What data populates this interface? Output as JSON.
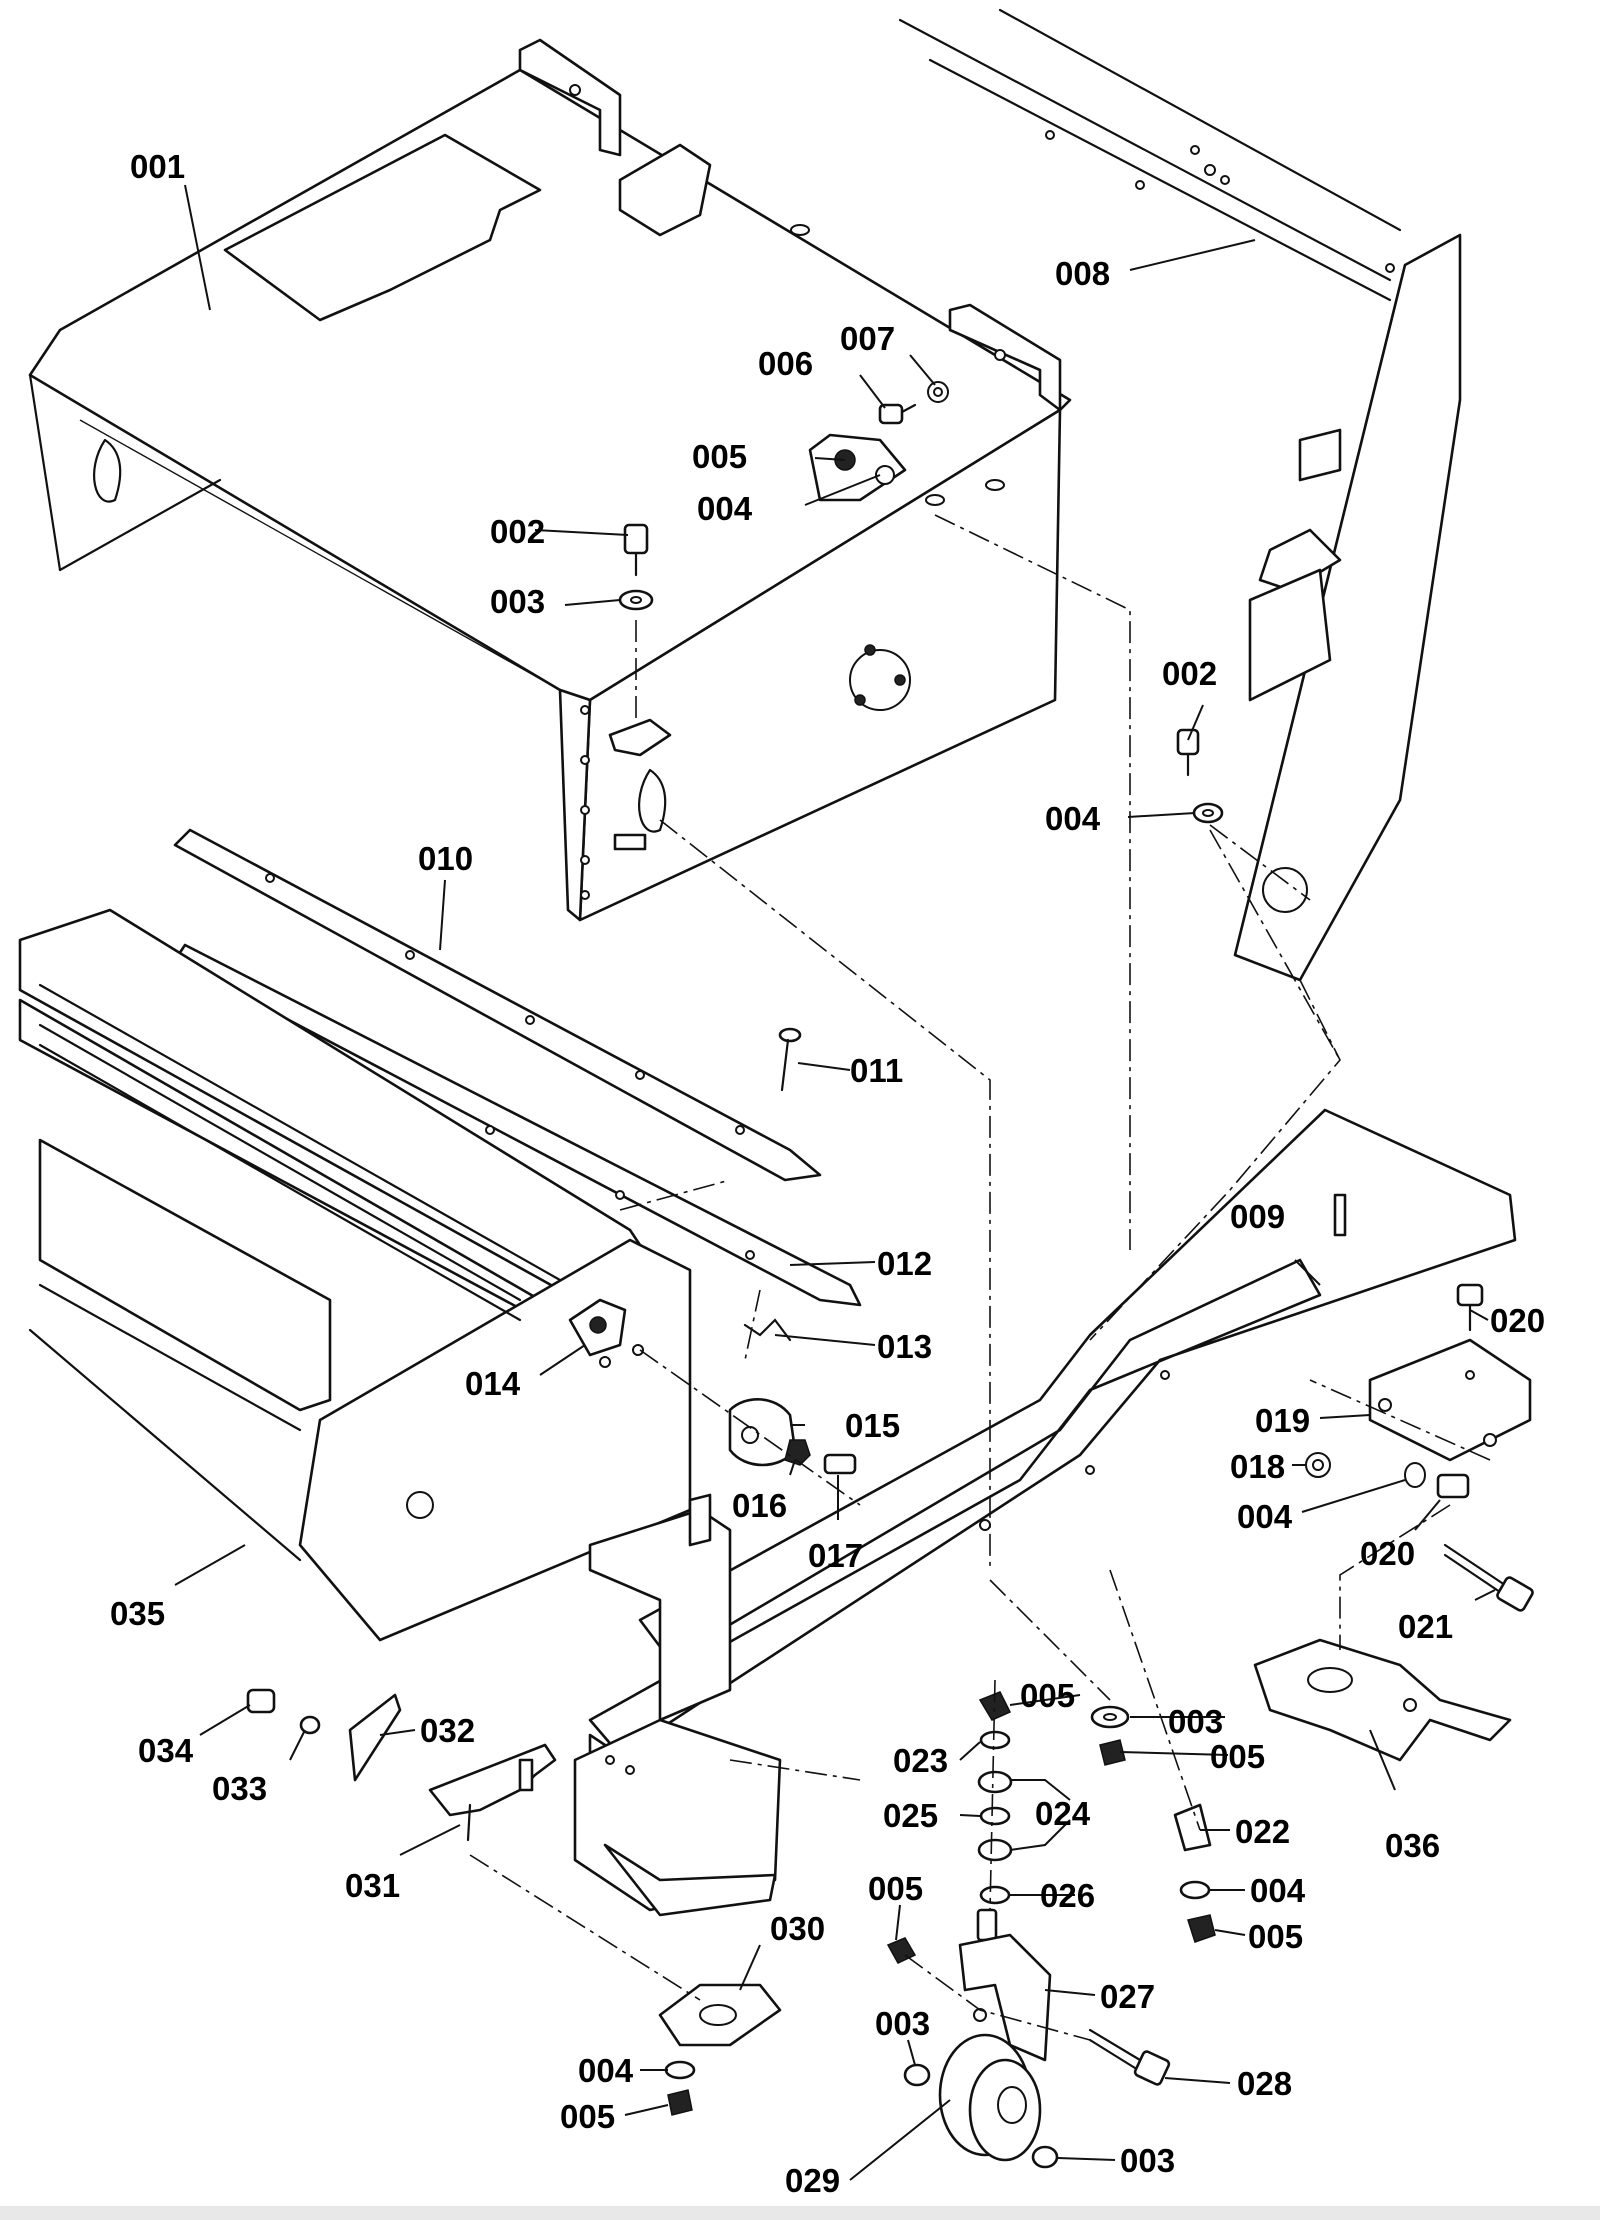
{
  "diagram": {
    "callouts": [
      {
        "id": "c001a",
        "label": "001"
      },
      {
        "id": "c002a",
        "label": "002"
      },
      {
        "id": "c003a",
        "label": "003"
      },
      {
        "id": "c004a",
        "label": "004"
      },
      {
        "id": "c005a",
        "label": "005"
      },
      {
        "id": "c006a",
        "label": "006"
      },
      {
        "id": "c007a",
        "label": "007"
      },
      {
        "id": "c008a",
        "label": "008"
      },
      {
        "id": "c002b",
        "label": "002"
      },
      {
        "id": "c004b",
        "label": "004"
      },
      {
        "id": "c010a",
        "label": "010"
      },
      {
        "id": "c011a",
        "label": "011"
      },
      {
        "id": "c012a",
        "label": "012"
      },
      {
        "id": "c013a",
        "label": "013"
      },
      {
        "id": "c014a",
        "label": "014"
      },
      {
        "id": "c015a",
        "label": "015"
      },
      {
        "id": "c016a",
        "label": "016"
      },
      {
        "id": "c017a",
        "label": "017"
      },
      {
        "id": "c009a",
        "label": "009"
      },
      {
        "id": "c020a",
        "label": "020"
      },
      {
        "id": "c019a",
        "label": "019"
      },
      {
        "id": "c018a",
        "label": "018"
      },
      {
        "id": "c004c",
        "label": "004"
      },
      {
        "id": "c020b",
        "label": "020"
      },
      {
        "id": "c021a",
        "label": "021"
      },
      {
        "id": "c035a",
        "label": "035"
      },
      {
        "id": "c005b",
        "label": "005"
      },
      {
        "id": "c003b",
        "label": "003"
      },
      {
        "id": "c023a",
        "label": "023"
      },
      {
        "id": "c005c",
        "label": "005"
      },
      {
        "id": "c025a",
        "label": "025"
      },
      {
        "id": "c024a",
        "label": "024"
      },
      {
        "id": "c022a",
        "label": "022"
      },
      {
        "id": "c036a",
        "label": "036"
      },
      {
        "id": "c026a",
        "label": "026"
      },
      {
        "id": "c004d",
        "label": "004"
      },
      {
        "id": "c005d",
        "label": "005"
      },
      {
        "id": "c034a",
        "label": "034"
      },
      {
        "id": "c032a",
        "label": "032"
      },
      {
        "id": "c033a",
        "label": "033"
      },
      {
        "id": "c031a",
        "label": "031"
      },
      {
        "id": "c030a",
        "label": "030"
      },
      {
        "id": "c005e",
        "label": "005"
      },
      {
        "id": "c003c",
        "label": "003"
      },
      {
        "id": "c027a",
        "label": "027"
      },
      {
        "id": "c004e",
        "label": "004"
      },
      {
        "id": "c005f",
        "label": "005"
      },
      {
        "id": "c028a",
        "label": "028"
      },
      {
        "id": "c029a",
        "label": "029"
      },
      {
        "id": "c003d",
        "label": "003"
      }
    ]
  }
}
